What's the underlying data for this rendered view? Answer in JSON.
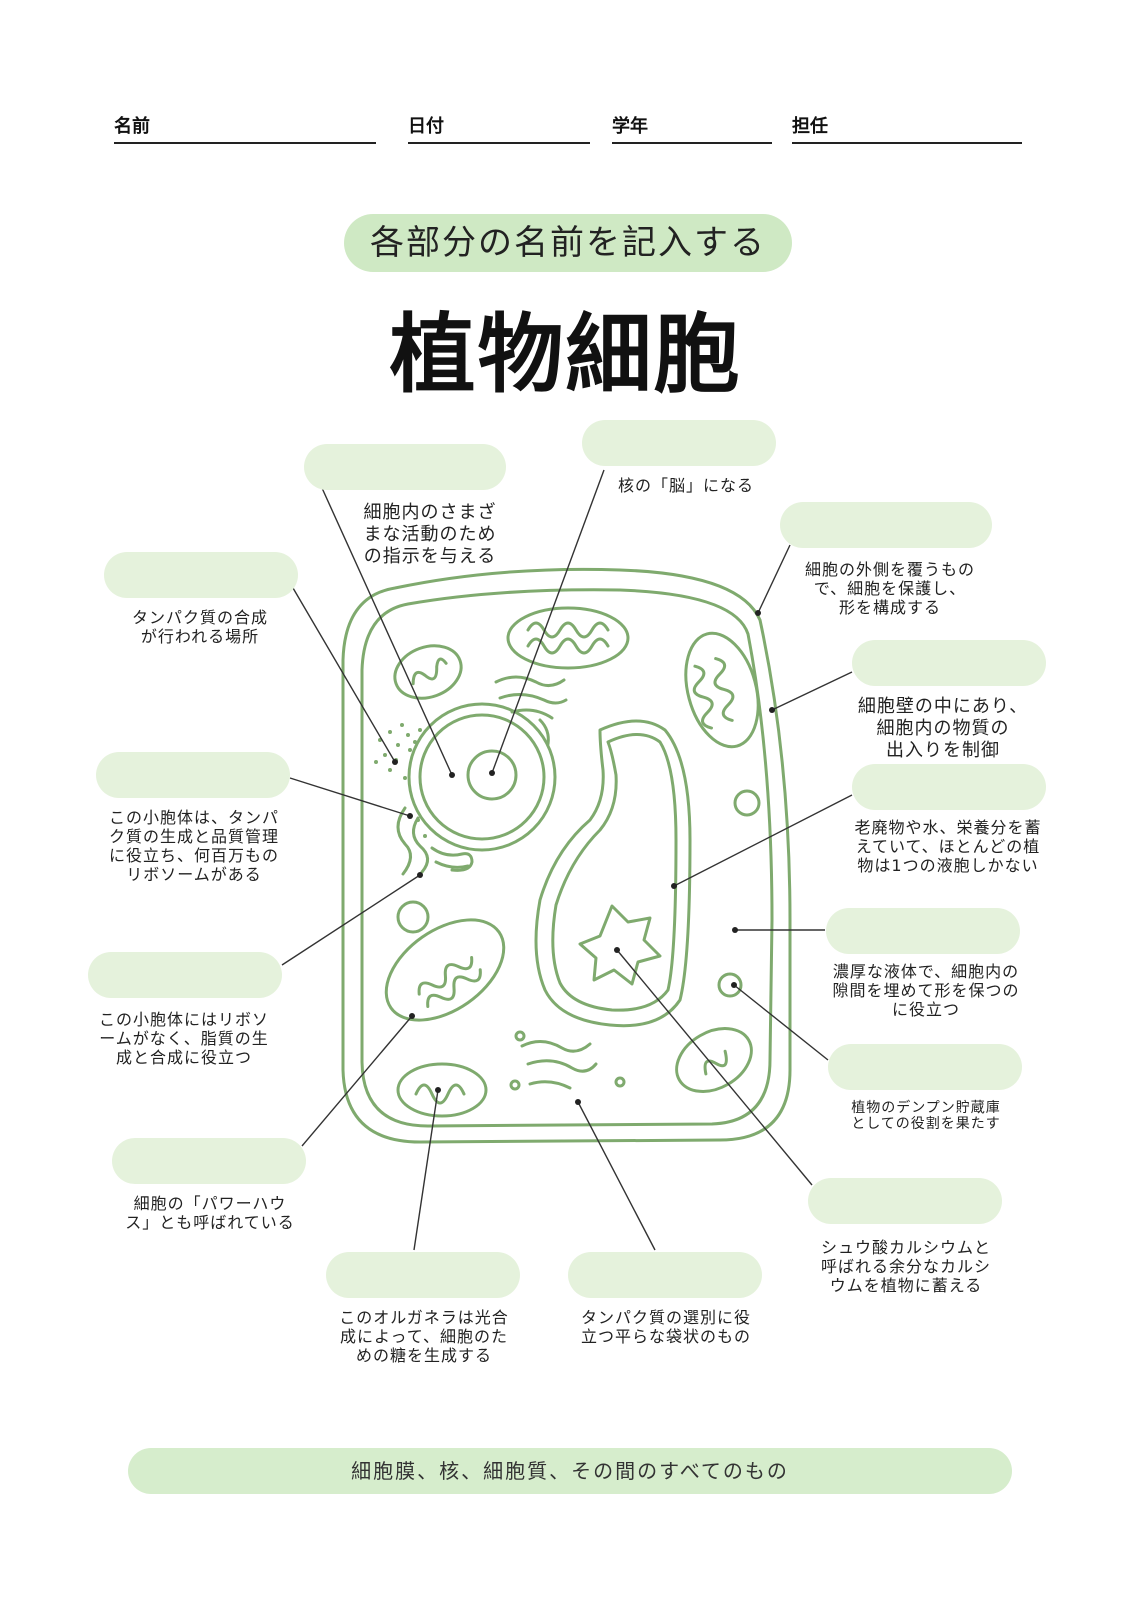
{
  "header": {
    "name_label": "名前",
    "date_label": "日付",
    "grade_label": "学年",
    "teacher_label": "担任"
  },
  "instruction": "各部分の名前を記入する",
  "title": "植物細胞",
  "descriptions": {
    "nucleus_instructions": "細胞内のさまざ\nまな活動のため\nの指示を与える",
    "nucleolus": "核の「脳」になる",
    "cell_wall": "細胞の外側を覆うもの\nで、細胞を保護し、\n形を構成する",
    "ribosome": "タンパク質の合成\nが行われる場所",
    "cell_membrane": "細胞壁の中にあり、\n細胞内の物質の\n出入りを制御",
    "rough_er": "この小胞体は、タンパ\nク質の生成と品質管理\nに役立ち、何百万もの\nリボソームがある",
    "vacuole": "老廃物や水、栄養分を蓄\nえていて、ほとんどの植\n物は1つの液胞しかない",
    "smooth_er": "この小胞体にはリボソ\nームがなく、脂質の生\n成と合成に役立つ",
    "cytoplasm": "濃厚な液体で、細胞内の\n隙間を埋めて形を保つの\nに役立つ",
    "amyloplast": "植物のデンプン貯蔵庫\nとしての役割を果たす",
    "mitochondria": "細胞の「パワーハウ\nス」とも呼ばれている",
    "chloroplast": "このオルガネラは光合\n成によって、細胞のた\nめの糖を生成する",
    "golgi": "タンパク質の選別に役\n立つ平らな袋状のもの",
    "crystal": "シュウ酸カルシウムと\n呼ばれる余分なカルシ\nウムを植物に蓄える"
  },
  "bottom_bar": "細胞膜、核、細胞質、その間のすべてのもの",
  "colors": {
    "accent_green": "#7faa6e",
    "answer_box": "#e5f2dc",
    "pill_green": "#cfe9c4"
  }
}
